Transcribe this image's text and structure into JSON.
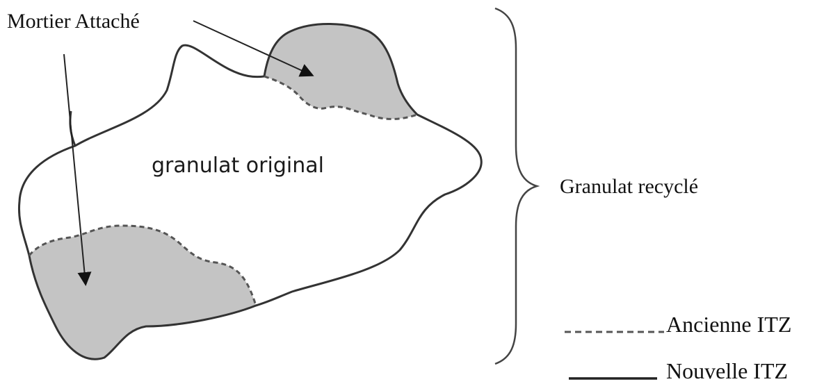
{
  "labels": {
    "attached_mortar": "Mortier Attaché",
    "original_aggregate": "granulat original",
    "recycled_aggregate": "Granulat recyclé"
  },
  "legend": {
    "old_itz": "Ancienne ITZ",
    "new_itz": "Nouvelle ITZ"
  },
  "colors": {
    "mortar_fill": "#c4c4c4",
    "outline": "#333333",
    "text": "#111111"
  }
}
